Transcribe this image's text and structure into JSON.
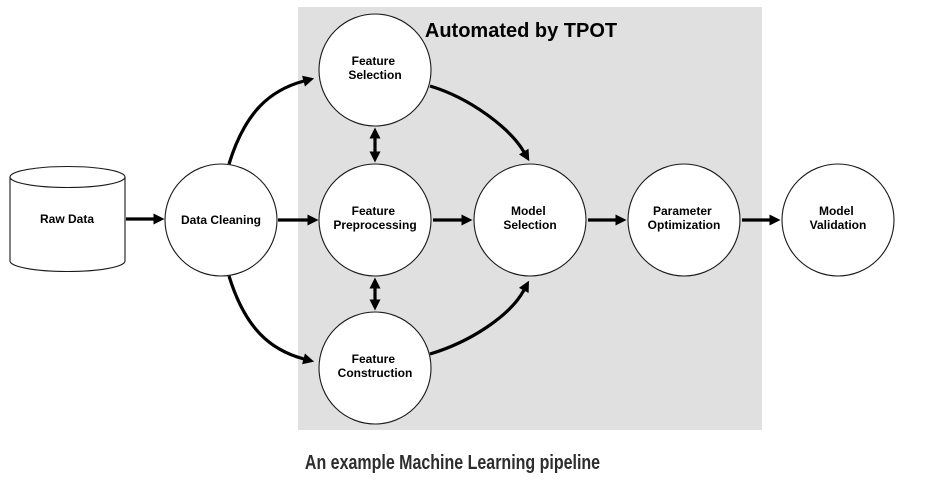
{
  "diagram": {
    "box_title": "Automated by TPOT",
    "caption": "An example Machine Learning pipeline",
    "nodes": {
      "raw_data": {
        "shape": "cylinder",
        "label": "Raw Data",
        "lines": [
          "Raw Data"
        ],
        "automated_by_tpot": false
      },
      "data_cleaning": {
        "shape": "circle",
        "label": "Data Cleaning",
        "lines": [
          "Data Cleaning"
        ],
        "automated_by_tpot": false
      },
      "feature_selection": {
        "shape": "circle",
        "label": "Feature Selection",
        "lines": [
          "Feature",
          "Selection"
        ],
        "automated_by_tpot": true
      },
      "feature_preprocessing": {
        "shape": "circle",
        "label": "Feature Preprocessing",
        "lines": [
          "Feature",
          "Preprocessing"
        ],
        "automated_by_tpot": true
      },
      "feature_construction": {
        "shape": "circle",
        "label": "Feature Construction",
        "lines": [
          "Feature",
          "Construction"
        ],
        "automated_by_tpot": true
      },
      "model_selection": {
        "shape": "circle",
        "label": "Model Selection",
        "lines": [
          "Model",
          "Selection"
        ],
        "automated_by_tpot": true
      },
      "parameter_optimization": {
        "shape": "circle",
        "label": "Parameter Optimization",
        "lines": [
          "Parameter",
          "Optimization"
        ],
        "automated_by_tpot": true
      },
      "model_validation": {
        "shape": "circle",
        "label": "Model Validation",
        "lines": [
          "Model",
          "Validation"
        ],
        "automated_by_tpot": false
      }
    },
    "edges": [
      {
        "from": "raw_data",
        "to": "data_cleaning",
        "style": "straight-arrow"
      },
      {
        "from": "data_cleaning",
        "to": "feature_selection",
        "style": "curved-arrow"
      },
      {
        "from": "data_cleaning",
        "to": "feature_preprocessing",
        "style": "straight-arrow"
      },
      {
        "from": "data_cleaning",
        "to": "feature_construction",
        "style": "curved-arrow"
      },
      {
        "from": "feature_selection",
        "to": "feature_preprocessing",
        "style": "double-headed-arrow"
      },
      {
        "from": "feature_preprocessing",
        "to": "feature_construction",
        "style": "double-headed-arrow"
      },
      {
        "from": "feature_selection",
        "to": "model_selection",
        "style": "curved-arrow"
      },
      {
        "from": "feature_preprocessing",
        "to": "model_selection",
        "style": "straight-arrow"
      },
      {
        "from": "feature_construction",
        "to": "model_selection",
        "style": "curved-arrow"
      },
      {
        "from": "model_selection",
        "to": "parameter_optimization",
        "style": "straight-arrow"
      },
      {
        "from": "parameter_optimization",
        "to": "model_validation",
        "style": "straight-arrow"
      }
    ]
  },
  "colors": {
    "automation_box_bg": "#e0e0e0",
    "node_fill": "#ffffff",
    "line": "#000000",
    "caption_text": "#2d2d2d"
  }
}
